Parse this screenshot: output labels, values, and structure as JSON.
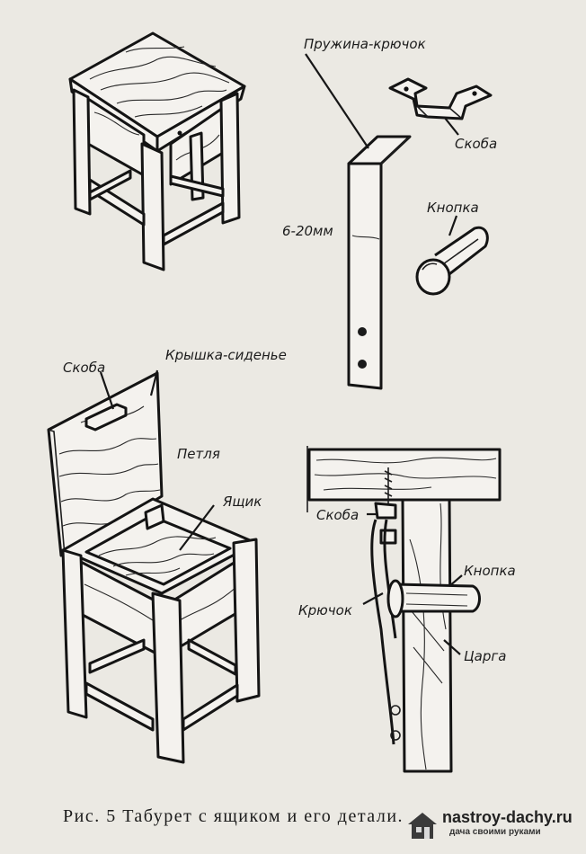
{
  "labels": {
    "spring_hook": "Пружина-крючок",
    "bracket_top": "Скоба",
    "button_top": "Кнопка",
    "thickness": "6-20мм",
    "bracket_left": "Скоба",
    "lid_seat": "Крышка-сиденье",
    "hinge": "Петля",
    "box": "Ящик",
    "bracket_section": "Скоба",
    "button_section": "Кнопка",
    "hook": "Крючок",
    "apron": "Царга"
  },
  "caption": {
    "prefix": "Рис.",
    "number": "5",
    "text": "Табурет с ящиком и его детали."
  },
  "watermark": {
    "site": "nastroy-dachy.ru",
    "subtitle": "дача своими руками"
  }
}
